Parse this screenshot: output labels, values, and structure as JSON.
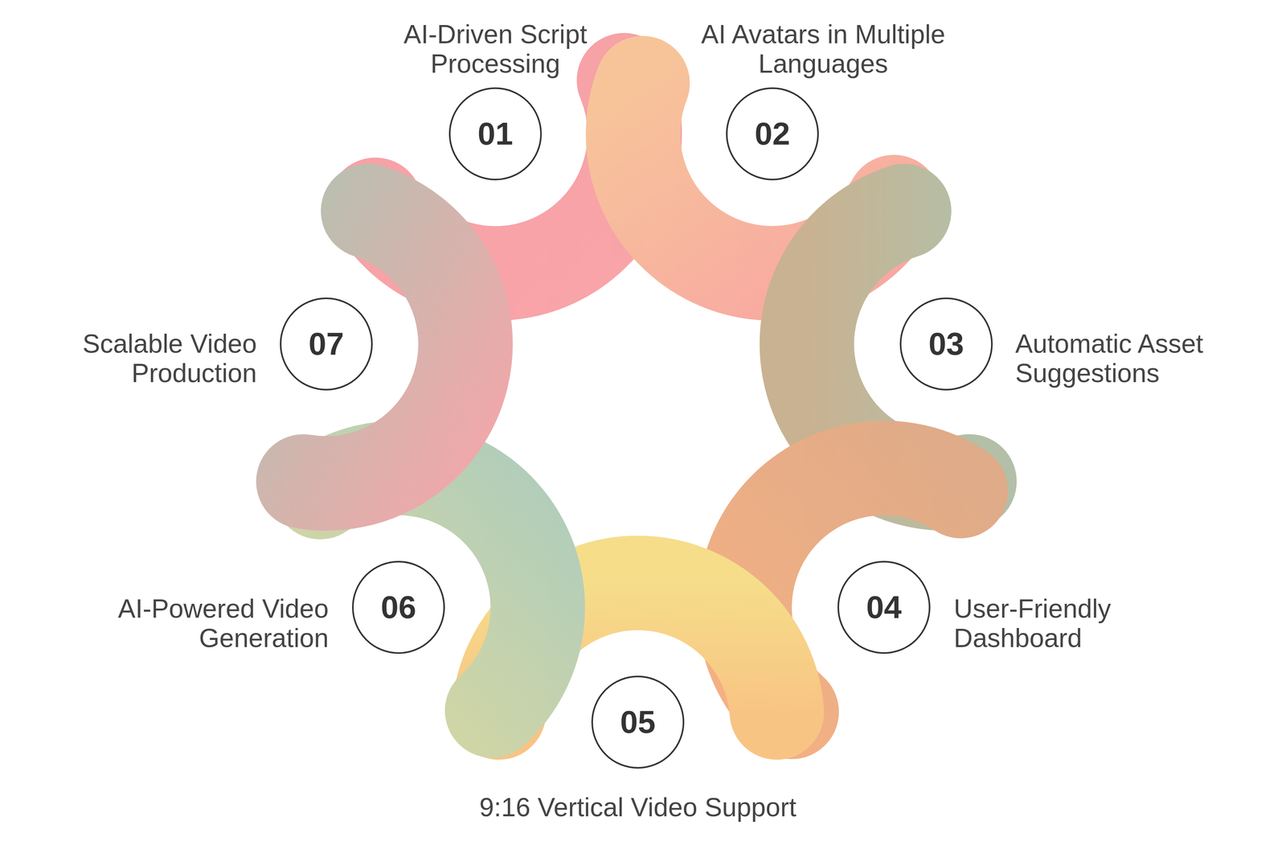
{
  "diagram": {
    "nodes": [
      {
        "text": [
          "01",
          "AI-Driven Script Processing"
        ]
      },
      {
        "text": [
          "02",
          "AI Avatars in Multiple Languages"
        ]
      },
      {
        "text": [
          "03",
          "Automatic Asset Suggestions"
        ]
      },
      {
        "text": [
          "04",
          "User-Friendly Dashboard"
        ]
      },
      {
        "text": [
          "05",
          "9:16 Vertical Video Support"
        ]
      },
      {
        "text": [
          "06",
          "AI-Powered Video Generation"
        ]
      },
      {
        "text": [
          "07",
          "Scalable Video Production"
        ]
      }
    ]
  }
}
